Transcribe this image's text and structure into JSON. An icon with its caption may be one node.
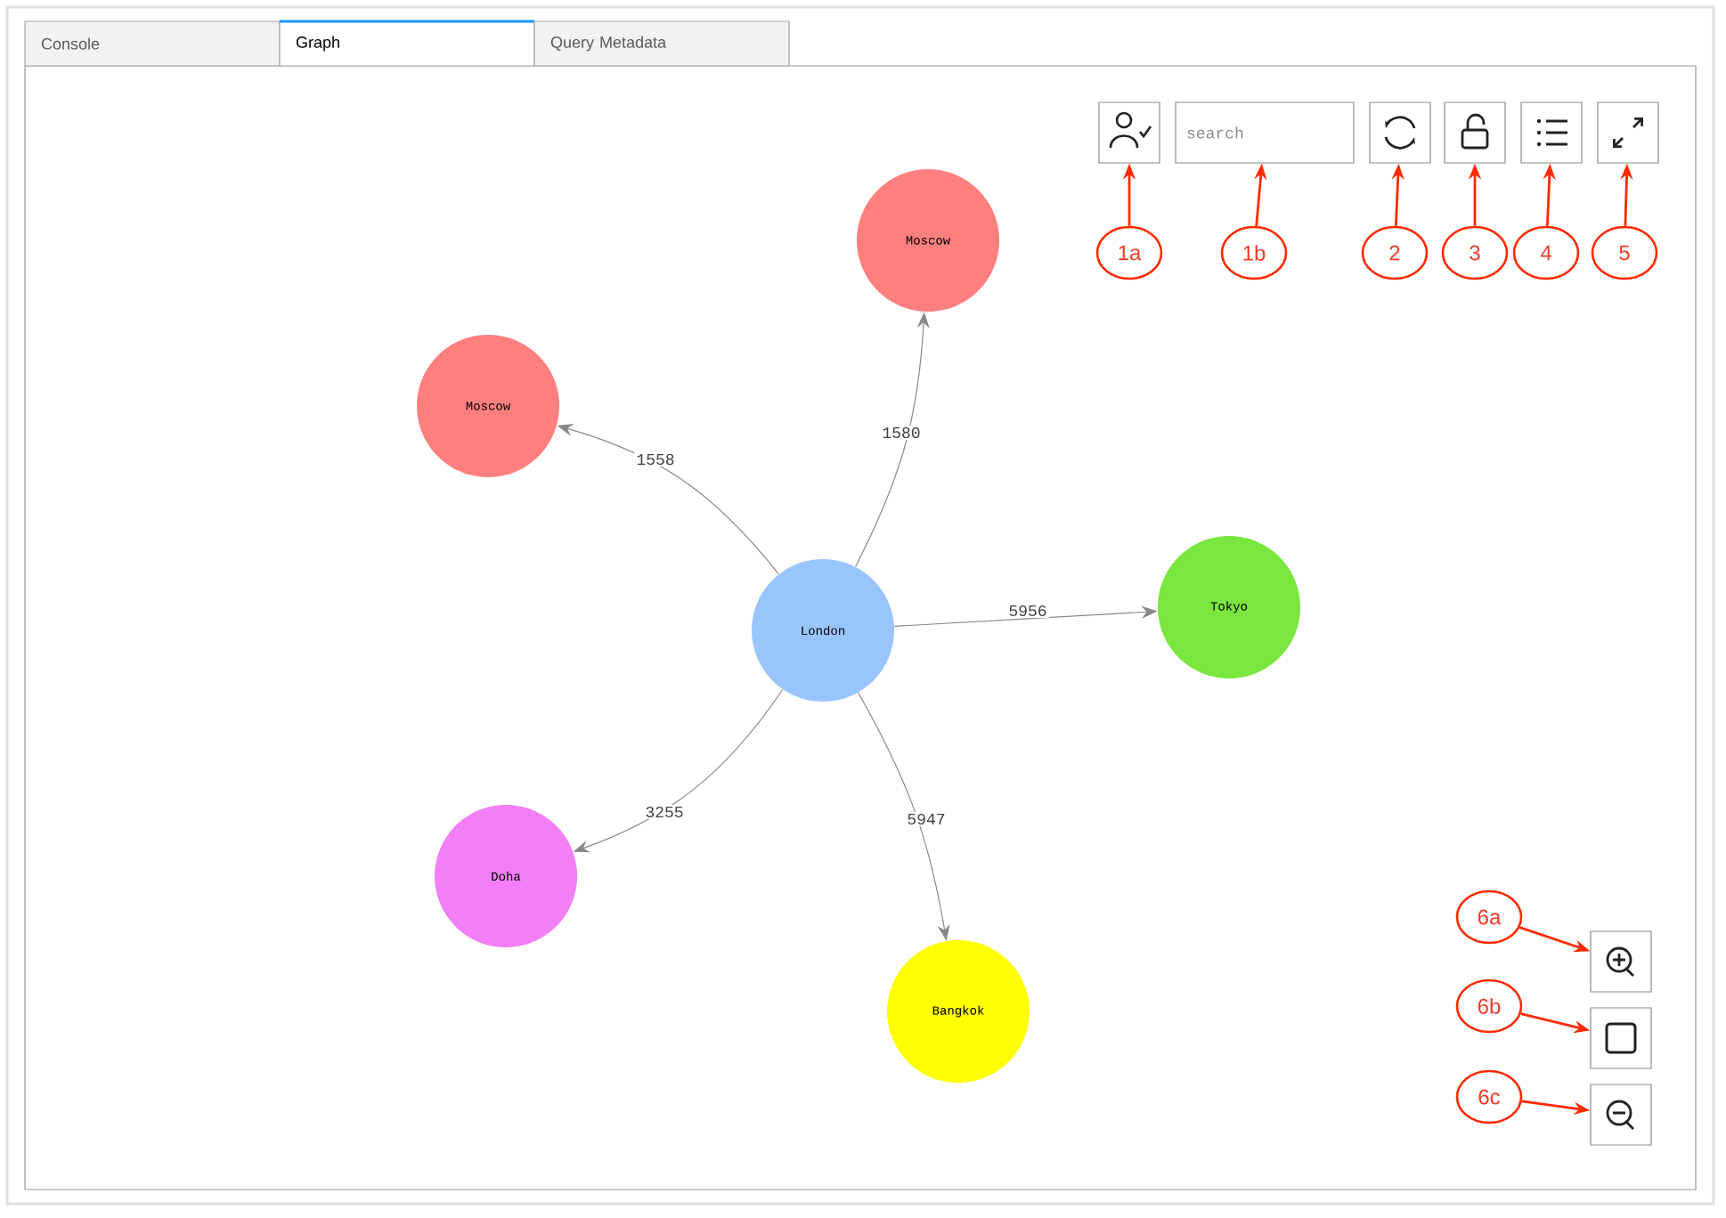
{
  "diagram": {
    "nodes": [
      {
        "text": [
          "Console"
        ]
      },
      {
        "text": [
          "Graph"
        ]
      },
      {
        "text": [
          "Query Metadata"
        ]
      },
      {
        "text": [],
        "shape": "box"
      },
      {
        "text": [
          "search"
        ]
      },
      {
        "text": [],
        "shape": "box"
      },
      {
        "text": [],
        "shape": "box"
      },
      {
        "text": [],
        "shape": "box"
      },
      {
        "text": [],
        "shape": "box"
      },
      {
        "text": [
          "1a"
        ]
      },
      {
        "text": [
          "1b"
        ]
      },
      {
        "text": [
          "2"
        ]
      },
      {
        "text": [
          "3"
        ]
      },
      {
        "text": [
          "4"
        ]
      },
      {
        "text": [
          "5"
        ]
      },
      {
        "text": [
          "Moscow"
        ]
      },
      {
        "text": [
          "Moscow"
        ]
      },
      {
        "text": [
          "London"
        ]
      },
      {
        "text": [
          "Tokyo"
        ]
      },
      {
        "text": [
          "Doha"
        ]
      },
      {
        "text": [
          "Bangkok"
        ]
      },
      {
        "text": [
          "6a"
        ]
      },
      {
        "text": [],
        "shape": "box"
      },
      {
        "text": [
          "6b"
        ]
      },
      {
        "text": [],
        "shape": "box"
      },
      {
        "text": [
          "6c"
        ]
      },
      {
        "text": [],
        "shape": "box"
      }
    ],
    "edges": [
      {
        "from": 9,
        "to": 3,
        "arrow": "to",
        "color": "#ff2a00"
      },
      {
        "from": 10,
        "to": 4,
        "arrow": "to",
        "color": "#ff2a00"
      },
      {
        "from": 11,
        "to": 5,
        "arrow": "to",
        "color": "#ff2a00"
      },
      {
        "from": 12,
        "to": 6,
        "arrow": "to",
        "color": "#ff2a00"
      },
      {
        "from": 13,
        "to": 7,
        "arrow": "to",
        "color": "#ff2a00"
      },
      {
        "from": 14,
        "to": 8,
        "arrow": "to",
        "color": "#ff2a00"
      },
      {
        "from": 17,
        "to": 16,
        "arrow": "to",
        "label": "1558",
        "color": "#888888"
      },
      {
        "from": 17,
        "to": 15,
        "arrow": "to",
        "label": "1580",
        "color": "#888888"
      },
      {
        "from": 17,
        "to": 18,
        "arrow": "to",
        "label": "5956",
        "color": "#888888"
      },
      {
        "from": 17,
        "to": 19,
        "arrow": "to",
        "label": "3255",
        "color": "#888888"
      },
      {
        "from": 17,
        "to": 20,
        "arrow": "to",
        "label": "5947",
        "color": "#888888"
      },
      {
        "from": 21,
        "to": 22,
        "arrow": "to",
        "color": "#ff2a00"
      },
      {
        "from": 23,
        "to": 24,
        "arrow": "to",
        "color": "#ff2a00"
      },
      {
        "from": 25,
        "to": 26,
        "arrow": "to",
        "color": "#ff2a00"
      }
    ]
  }
}
